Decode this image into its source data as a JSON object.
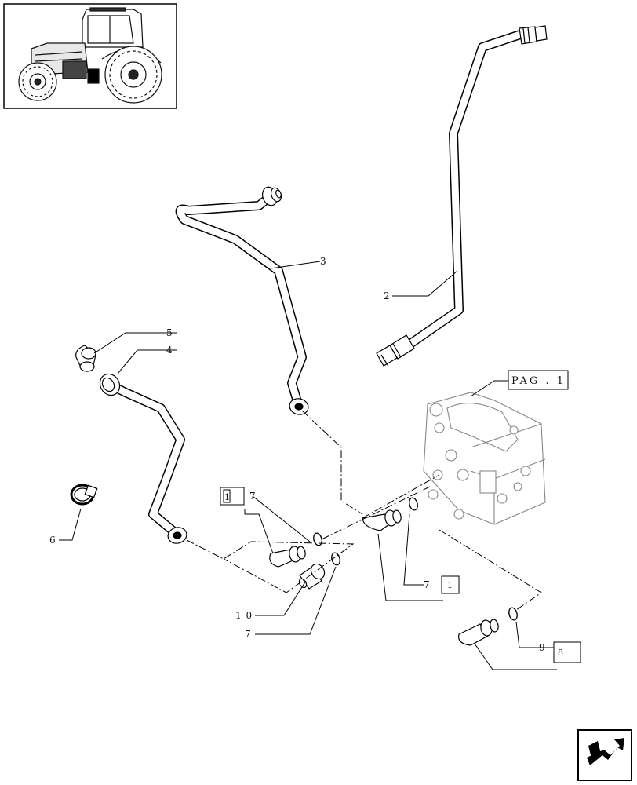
{
  "callouts": {
    "c2": "2",
    "c3": "3",
    "c4": "4",
    "c5": "5",
    "c6": "6",
    "c7a": "7",
    "c7b": "7",
    "c7c": "7",
    "c9": "9",
    "c10": "1 0"
  },
  "boxes": {
    "box1a": "1",
    "box1b": "1",
    "box8": "8",
    "pag": "PAG . 1"
  },
  "icons": {
    "thumbnail": "tractor-icon",
    "nav": "next-page-arrow-icon"
  }
}
